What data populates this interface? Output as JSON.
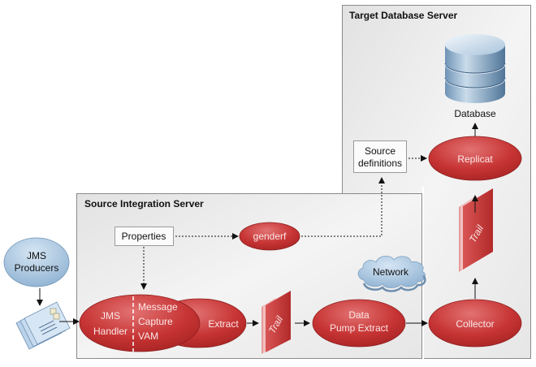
{
  "diagram": {
    "title": "Oracle GoldenGate JMS capture architecture",
    "containers": {
      "target": {
        "label": "Target Database Server"
      },
      "source": {
        "label": "Source Integration Server"
      }
    },
    "nodes": {
      "database": {
        "label": "Database"
      },
      "replicat": {
        "label": "Replicat"
      },
      "source_definitions": {
        "line1": "Source",
        "line2": "definitions"
      },
      "trail_target": {
        "label": "Trail"
      },
      "collector": {
        "label": "Collector"
      },
      "network": {
        "label": "Network"
      },
      "properties": {
        "label": "Properties"
      },
      "genderf": {
        "label": "genderf"
      },
      "jms_producers": {
        "line1": "JMS",
        "line2": "Producers"
      },
      "jms_handler": {
        "line1": "JMS",
        "line2": "Handler"
      },
      "message_capture_vam": {
        "line1": "Message",
        "line2": "Capture",
        "line3": "VAM"
      },
      "extract": {
        "label": "Extract"
      },
      "trail_source": {
        "label": "Trail"
      },
      "data_pump": {
        "line1": "Data",
        "line2": "Pump Extract"
      }
    },
    "colors": {
      "red_node": "#c0302f",
      "blue_node": "#9fc0dc",
      "container_bg": "#ececec",
      "container_border": "#8a8a8a"
    }
  }
}
